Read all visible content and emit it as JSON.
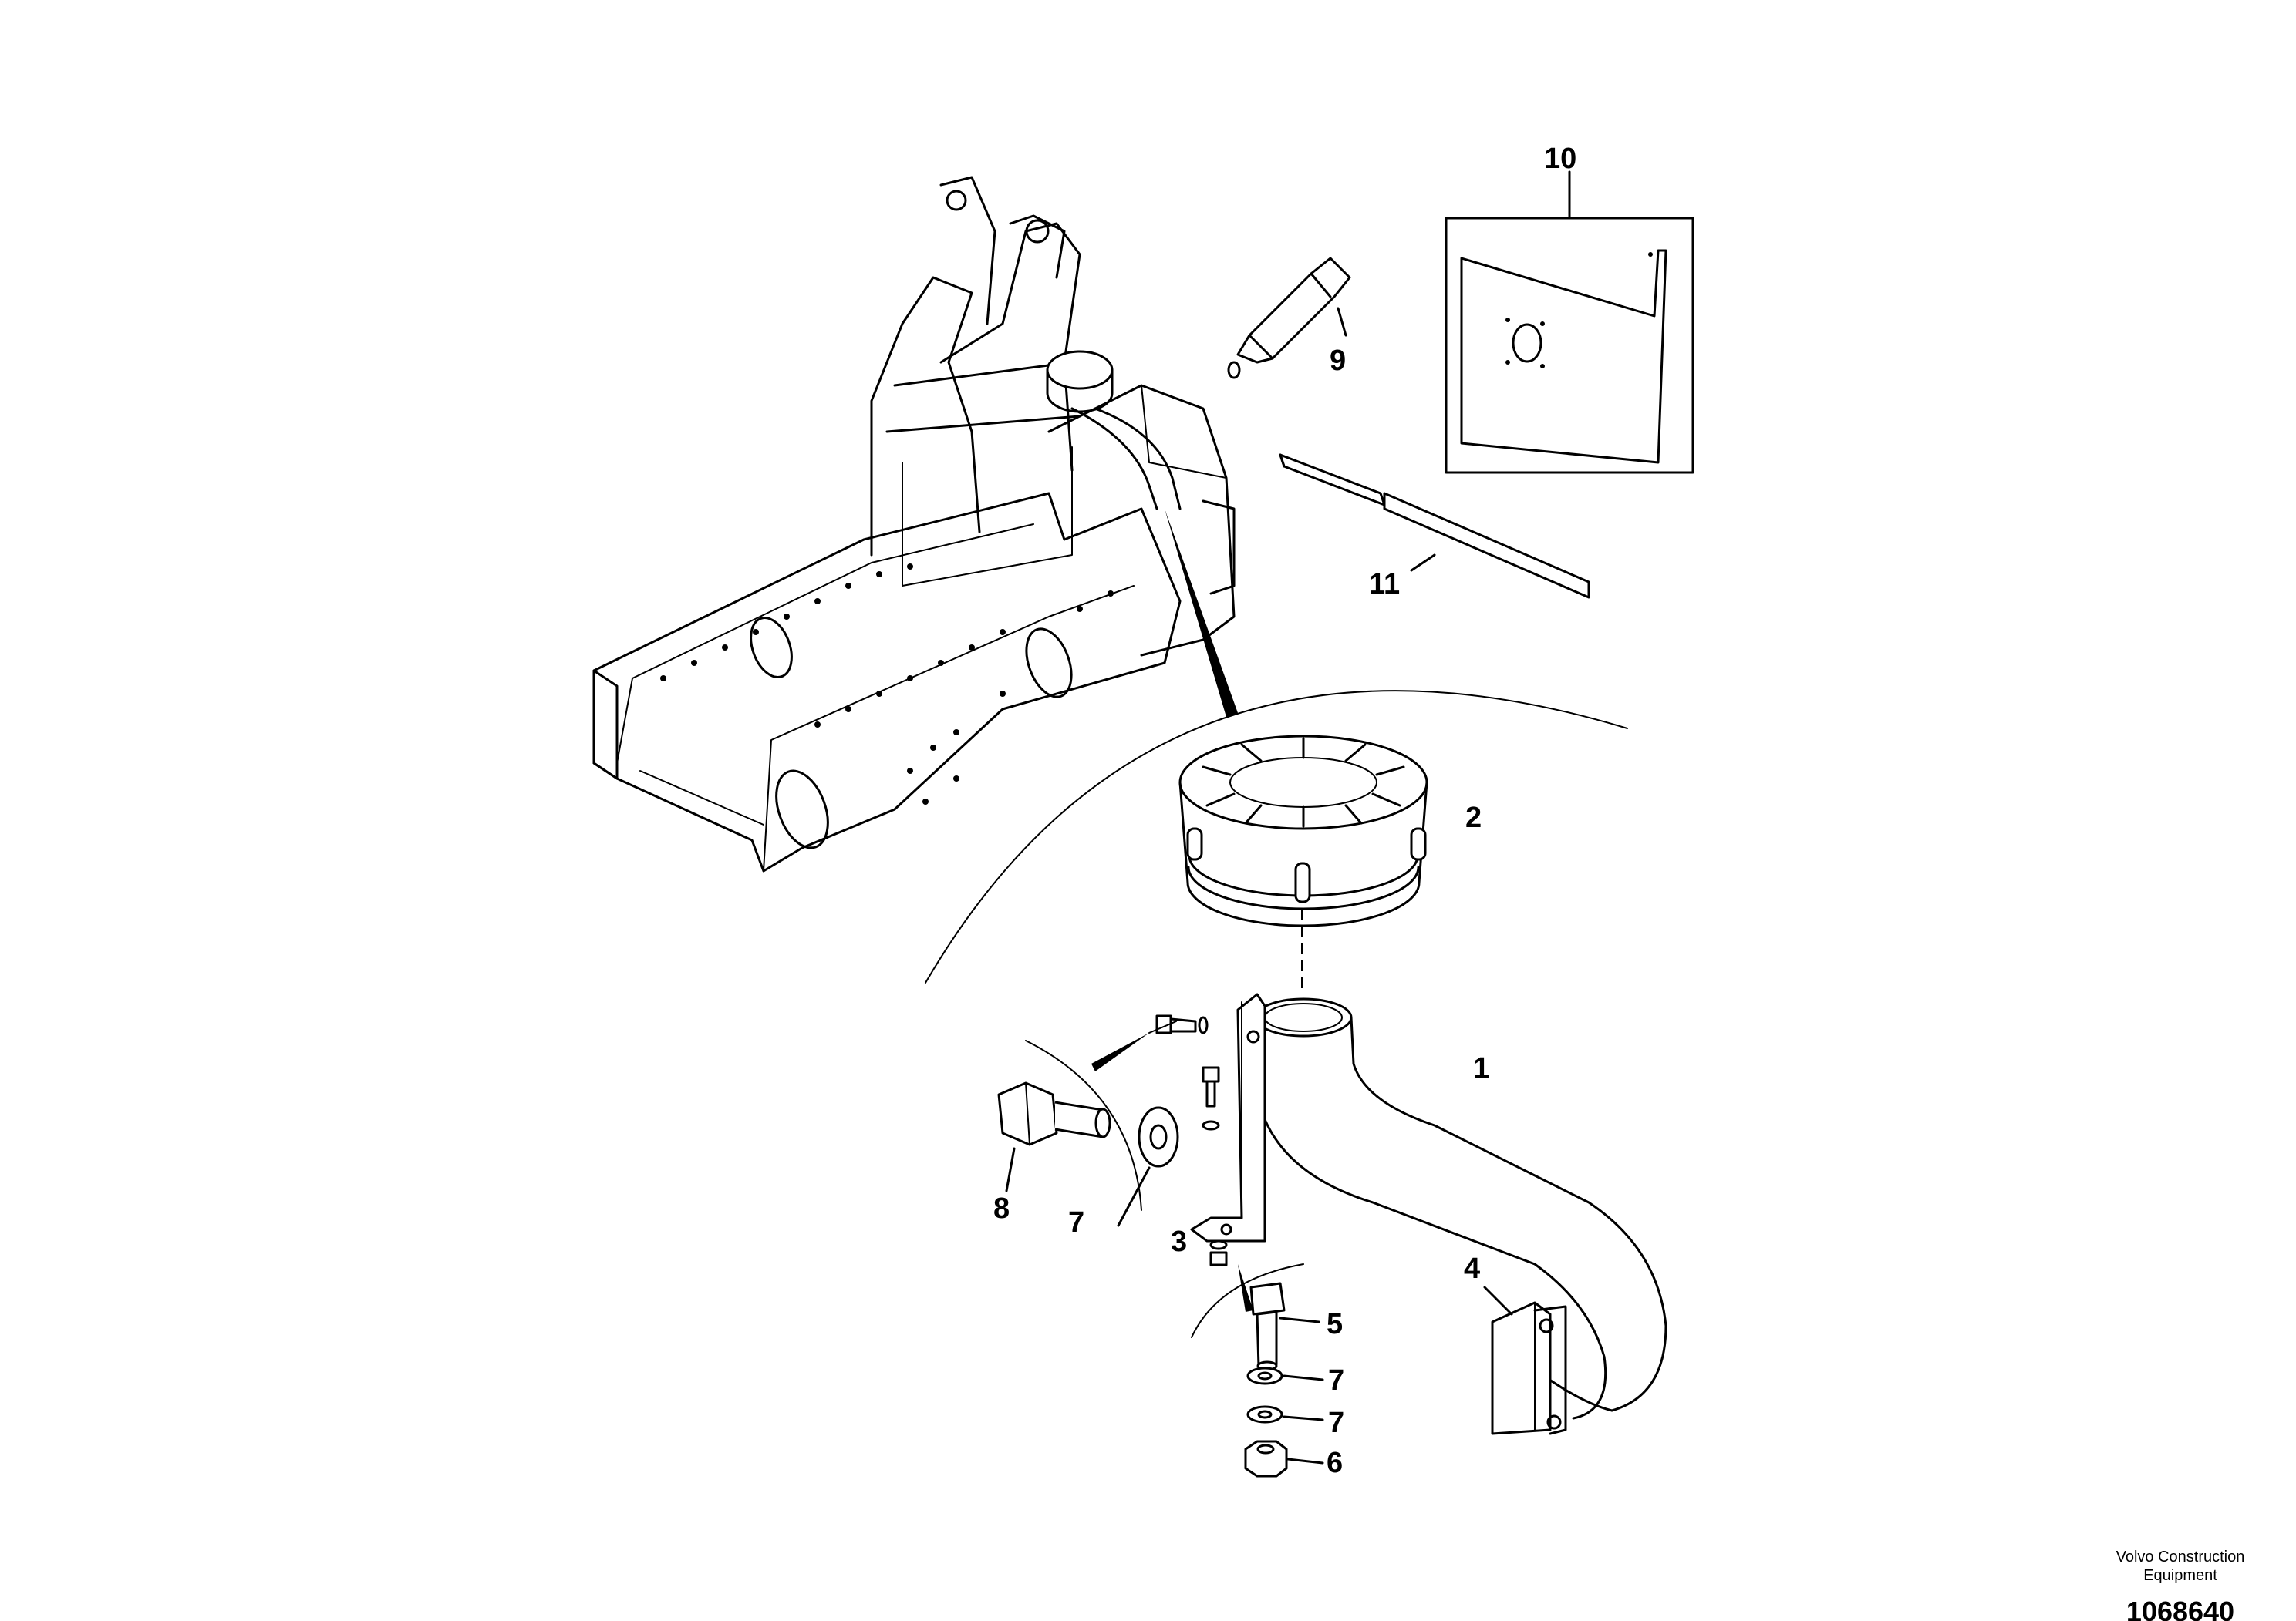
{
  "callouts": {
    "c1": "1",
    "c2": "2",
    "c3": "3",
    "c4": "4",
    "c5": "5",
    "c6": "6",
    "c7a": "7",
    "c7b": "7",
    "c7c": "7",
    "c8": "8",
    "c9": "9",
    "c10": "10",
    "c11": "11"
  },
  "footer": {
    "company_line1": "Volvo Construction",
    "company_line2": "Equipment",
    "drawing_number": "1068640"
  }
}
